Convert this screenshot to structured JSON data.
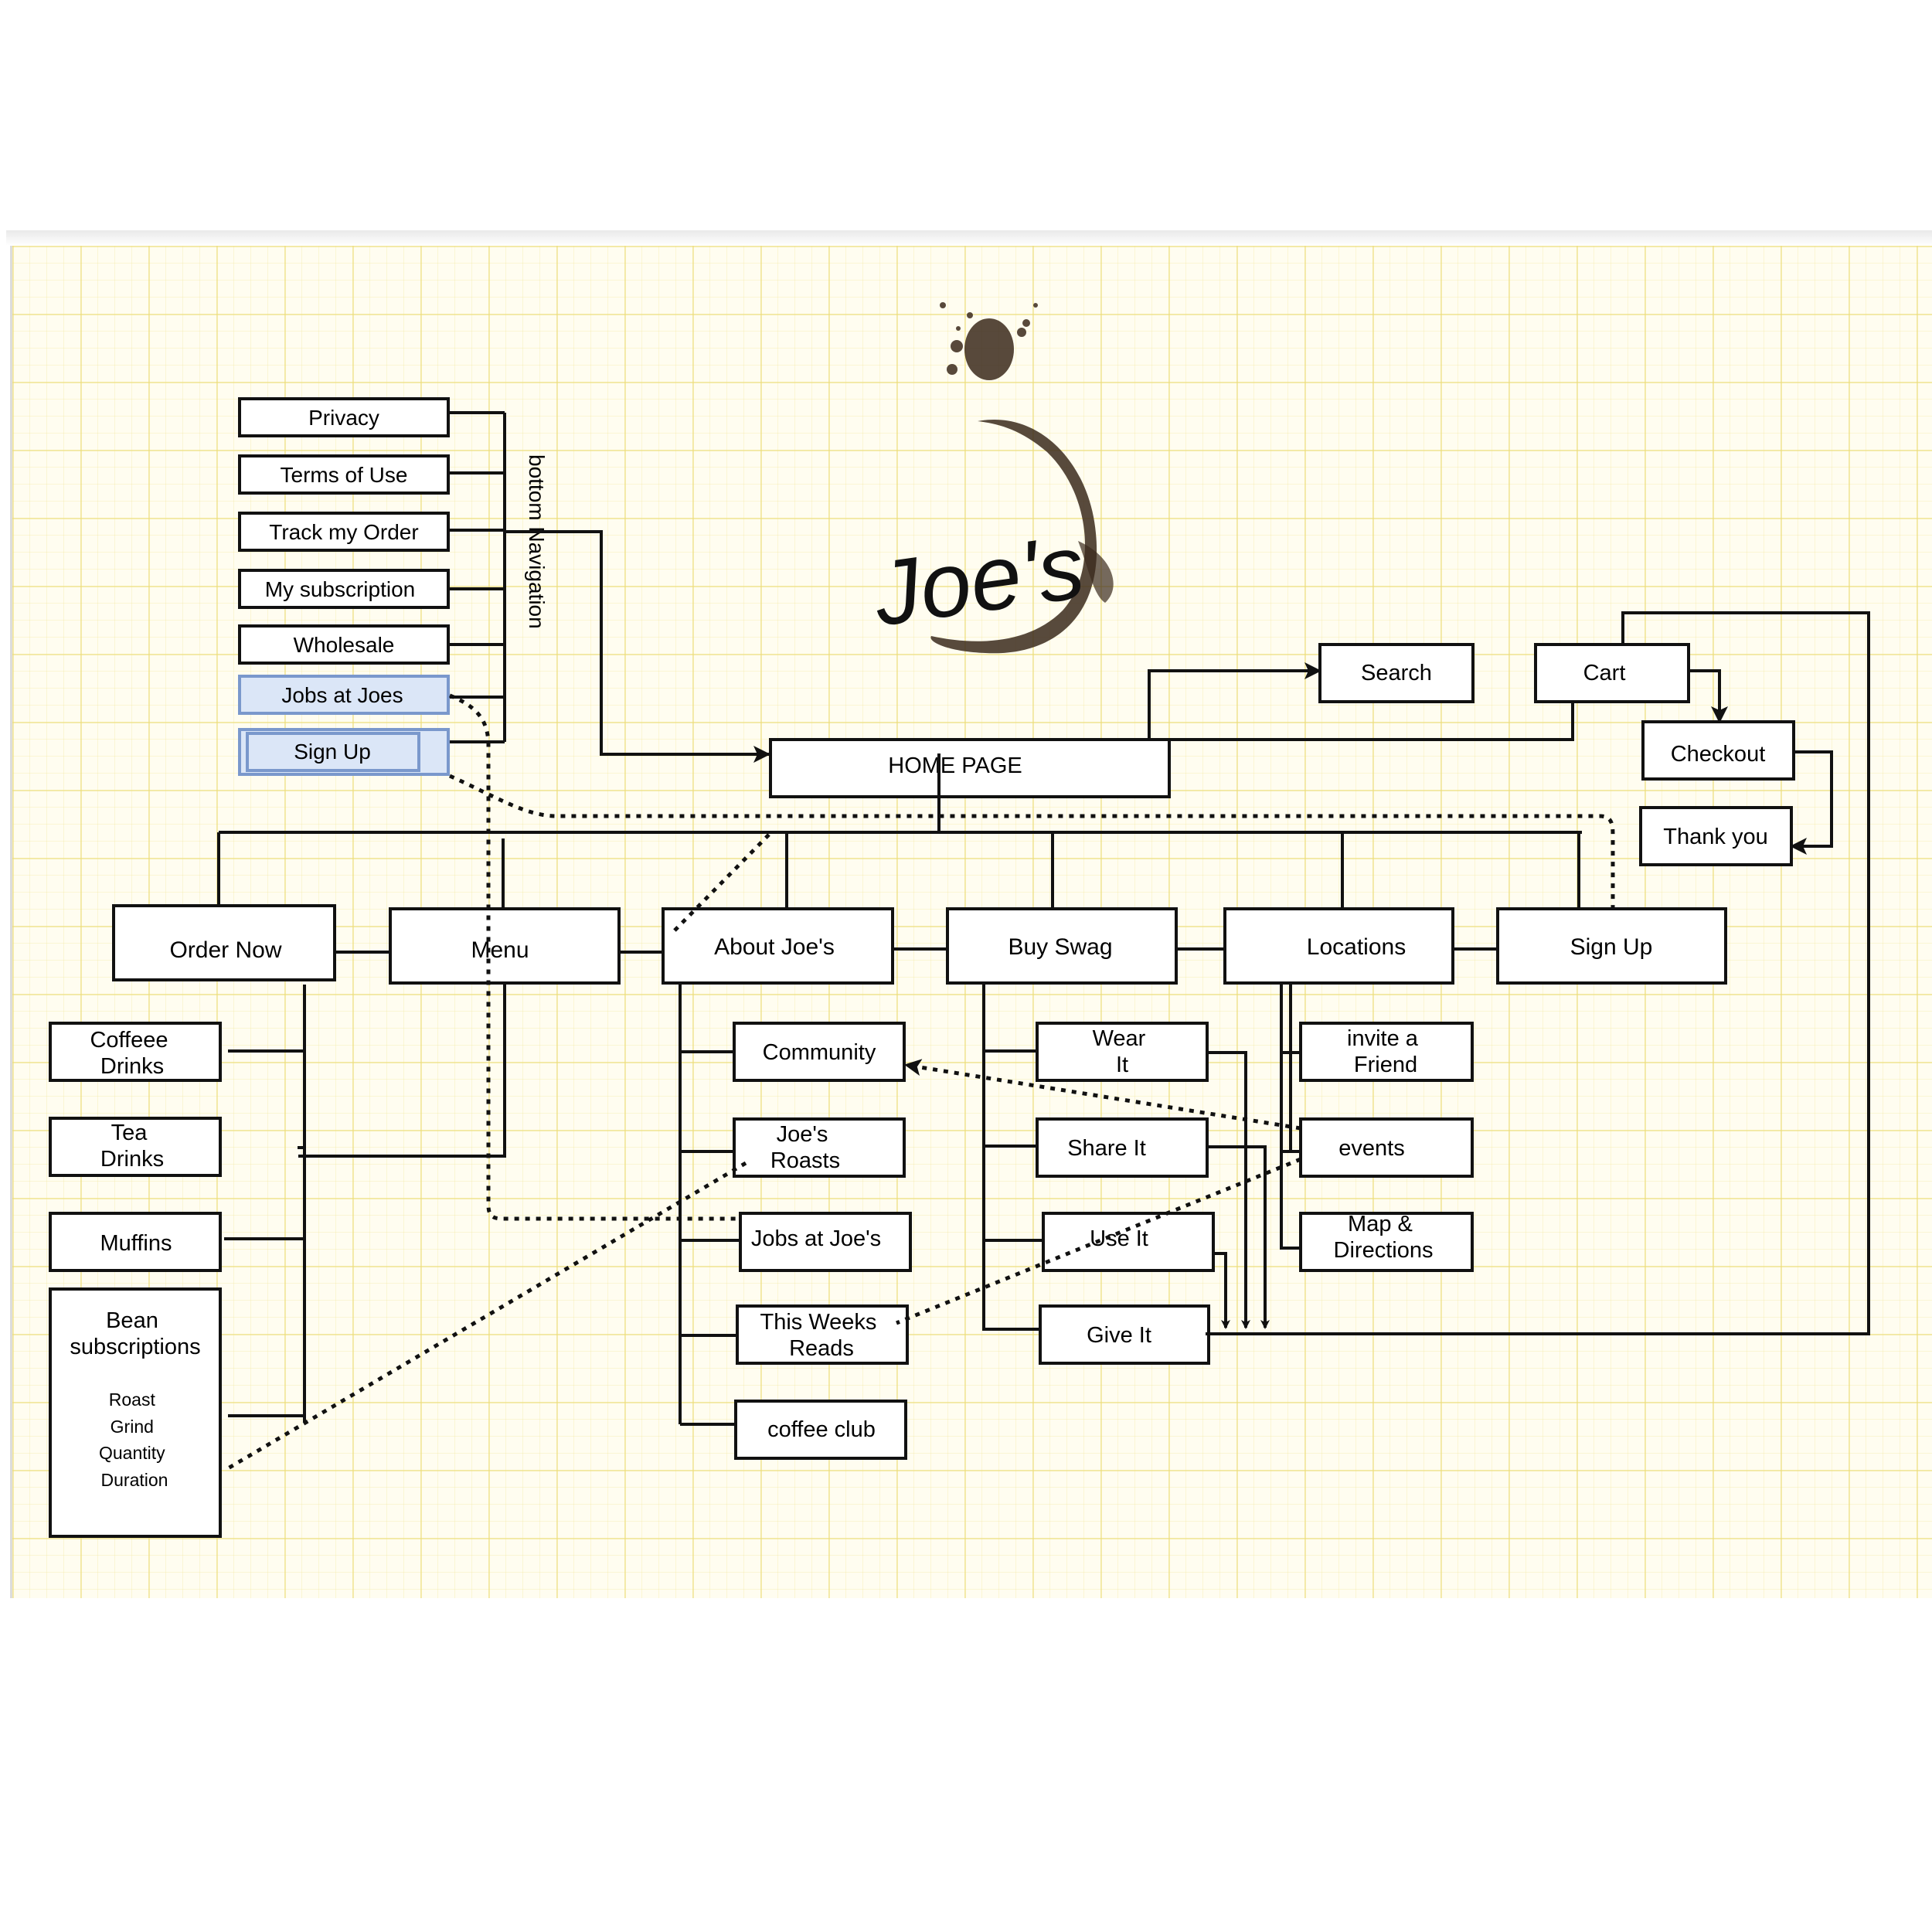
{
  "logo": {
    "text": "Joe's"
  },
  "bottom_navigation_label": "bottom Navigation",
  "home": "HOME PAGE",
  "header_links": {
    "search": "Search",
    "cart": "Cart",
    "checkout": "Checkout",
    "thank_you": "Thank you"
  },
  "footer_links": [
    "Privacy",
    "Terms of Use",
    "Track my Order",
    "My subscription",
    "Wholesale",
    "Jobs at Joes",
    "Sign Up"
  ],
  "main_nav": [
    "Order Now",
    "Menu",
    "About Joe's",
    "Buy Swag",
    "Locations",
    "Sign Up"
  ],
  "order_now_children": {
    "coffee": [
      "Coffeee",
      "Drinks"
    ],
    "tea": [
      "Tea",
      "Drinks"
    ],
    "muffins": "Muffins",
    "bean_title": [
      "Bean",
      "subscriptions"
    ],
    "bean_options": [
      "Roast",
      "Grind",
      "Quantity",
      "Duration"
    ]
  },
  "about_children": {
    "community": "Community",
    "roasts": [
      "Joe's",
      "Roasts"
    ],
    "jobs": "Jobs at Joe's",
    "reads": [
      "This Weeks",
      "Reads"
    ],
    "club": "coffee club"
  },
  "swag_children": {
    "wear": [
      "Wear",
      "It"
    ],
    "share": "Share It",
    "use": "Use It",
    "give": "Give It"
  },
  "locations_children": {
    "invite": [
      "invite a",
      "Friend"
    ],
    "events": "events",
    "map": [
      "Map &",
      "Directions"
    ]
  },
  "colors": {
    "highlight_fill": "#dbe6f7",
    "highlight_stroke": "#7a98cc",
    "coffee": "#3b2a1c"
  }
}
